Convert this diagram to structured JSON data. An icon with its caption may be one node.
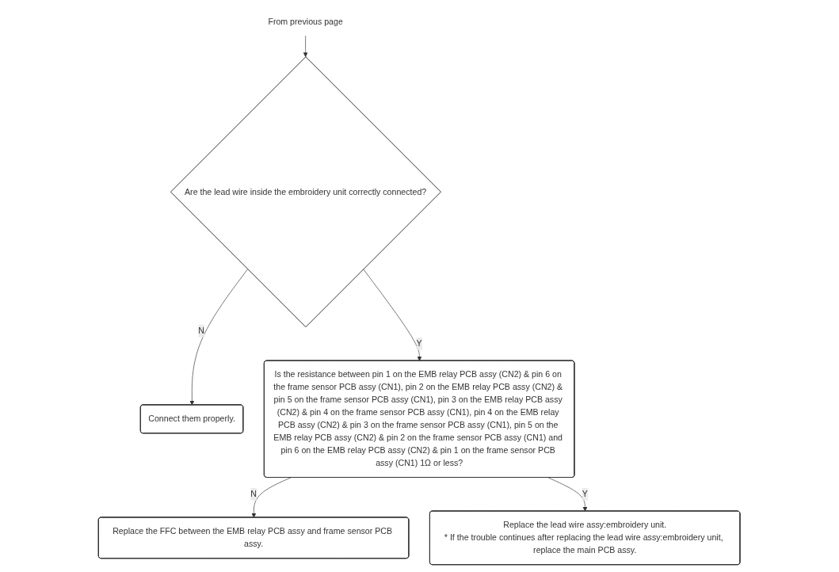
{
  "diagram": {
    "nodes": [
      {
        "text": [
          "From previous page"
        ]
      },
      {
        "text": [
          "Are the lead wire inside the embroidery unit correctly connected?"
        ]
      },
      {
        "text": [
          "Connect them properly."
        ]
      },
      {
        "text": [
          "Is the resistance between pin 1 on the EMB relay PCB assy (CN2) & pin 6 on the frame sensor PCB assy (CN1), pin 2 on the EMB relay PCB assy (CN2) & pin 5 on the frame sensor PCB assy (CN1), pin 3 on the EMB relay PCB assy (CN2) & pin 4 on the frame sensor PCB assy (CN1), pin 4 on the EMB relay PCB assy (CN2) & pin 3 on the frame sensor PCB assy (CN1), pin 5 on the EMB relay PCB assy (CN2) & pin 2 on the frame sensor PCB assy (CN1) and pin 6 on the EMB relay PCB assy (CN2) & pin 1 on the frame sensor PCB assy (CN1) 1Ω or less?"
        ]
      },
      {
        "text": [
          "Replace the FFC between the EMB relay PCB assy and frame sensor PCB assy."
        ]
      },
      {
        "text": [
          "Replace the lead wire assy:embroidery unit.",
          "* If the trouble continues after replacing the lead wire assy:embroidery unit, replace the main PCB assy."
        ]
      }
    ],
    "edges": [
      {
        "from": 0,
        "to": 1,
        "arrow": "to"
      },
      {
        "from": 1,
        "to": 2,
        "arrow": "to",
        "label": "N"
      },
      {
        "from": 1,
        "to": 3,
        "arrow": "to",
        "label": "Y"
      },
      {
        "from": 3,
        "to": 4,
        "arrow": "to",
        "label": "N"
      },
      {
        "from": 3,
        "to": 5,
        "arrow": "to",
        "label": "Y"
      }
    ]
  }
}
